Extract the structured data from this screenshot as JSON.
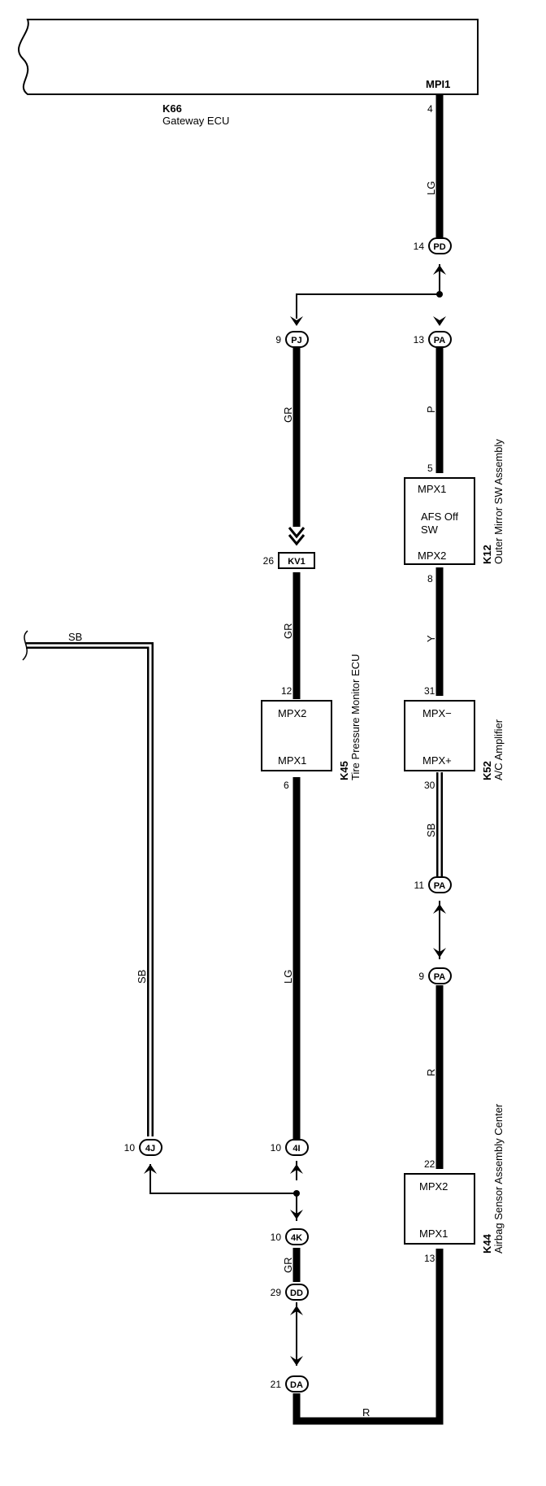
{
  "gateway": {
    "code": "K66",
    "name": "Gateway ECU",
    "connector": "MPI1",
    "pin": "4"
  },
  "wires": {
    "lg_top": "LG",
    "p_wire": "P",
    "gr_pj": "GR",
    "gr_kv1": "GR",
    "y_wire": "Y",
    "sb_amp": "SB",
    "sb_top": "SB",
    "sb_left": "SB",
    "lg_mid": "LG",
    "r_airbag": "R",
    "gr_4k": "GR",
    "r_bottom": "R"
  },
  "connectors": {
    "pd": {
      "pin": "14",
      "label": "PD"
    },
    "pj": {
      "pin": "9",
      "label": "PJ"
    },
    "pa1": {
      "pin": "13",
      "label": "PA"
    },
    "kv1": {
      "pin": "26",
      "label": "KV1"
    },
    "pa2": {
      "pin": "11",
      "label": "PA"
    },
    "pa3": {
      "pin": "9",
      "label": "PA"
    },
    "c4j": {
      "pin": "10",
      "label": "4J"
    },
    "c4i": {
      "pin": "10",
      "label": "4I"
    },
    "c4k": {
      "pin": "10",
      "label": "4K"
    },
    "dd": {
      "pin": "29",
      "label": "DD"
    },
    "da": {
      "pin": "21",
      "label": "DA"
    }
  },
  "components": {
    "k12": {
      "code": "K12",
      "name": "Outer Mirror SW Assembly",
      "top_terminal": "MPX1",
      "center_line1": "AFS Off",
      "center_line2": "SW",
      "bottom_terminal": "MPX2",
      "pin_top": "5",
      "pin_bottom": "8"
    },
    "k52": {
      "code": "K52",
      "name": "A/C Amplifier",
      "top_terminal": "MPX−",
      "bottom_terminal": "MPX+",
      "pin_top": "31",
      "pin_bottom": "30"
    },
    "k45": {
      "code": "K45",
      "name": "Tire Pressure Monitor ECU",
      "top_terminal": "MPX2",
      "bottom_terminal": "MPX1",
      "pin_top": "12",
      "pin_bottom": "6"
    },
    "k44": {
      "code": "K44",
      "name": "Airbag Sensor Assembly Center",
      "top_terminal": "MPX2",
      "bottom_terminal": "MPX1",
      "pin_top": "22",
      "pin_bottom": "13"
    }
  }
}
